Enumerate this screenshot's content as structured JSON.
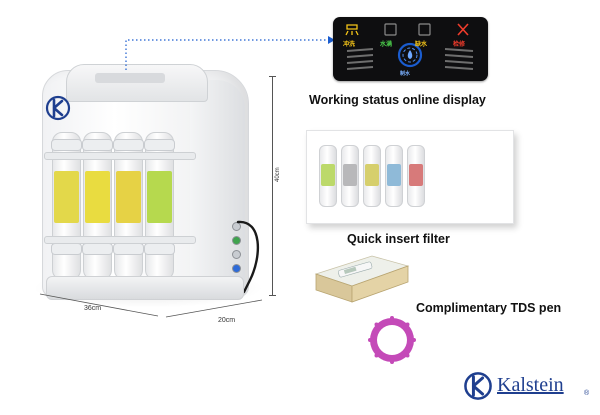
{
  "captions": {
    "display": "Working status online display",
    "filter": "Quick insert filter",
    "tds": "Complimentary TDS pen"
  },
  "dimensions": {
    "height": "40cm",
    "width": "36cm",
    "depth": "20cm"
  },
  "display_panel": {
    "labels": [
      "冲洗",
      "水满",
      "缺水",
      "检修"
    ],
    "center_label": "制水",
    "label_colors": [
      "#f5c518",
      "#4cd04c",
      "#f5c518",
      "#f03c2c"
    ]
  },
  "brand": {
    "name": "Kalstein",
    "mark": "®",
    "color": "#1f3f8f"
  },
  "colors": {
    "filter_bands": [
      "#e3d84a",
      "#e9dc40",
      "#e6d245",
      "#b6d94e"
    ],
    "mini_filter_bands": [
      "#bcd96a",
      "#b8b8ba",
      "#d6cf6c",
      "#8fbad8",
      "#d77a7a"
    ],
    "accent_blue": "#1a5ccf"
  },
  "icons": {
    "panel": [
      "shower-icon",
      "tank-full-icon",
      "tank-empty-icon",
      "tools-icon",
      "water-drop-icon"
    ],
    "tds_dial": "gear-badge-icon"
  }
}
